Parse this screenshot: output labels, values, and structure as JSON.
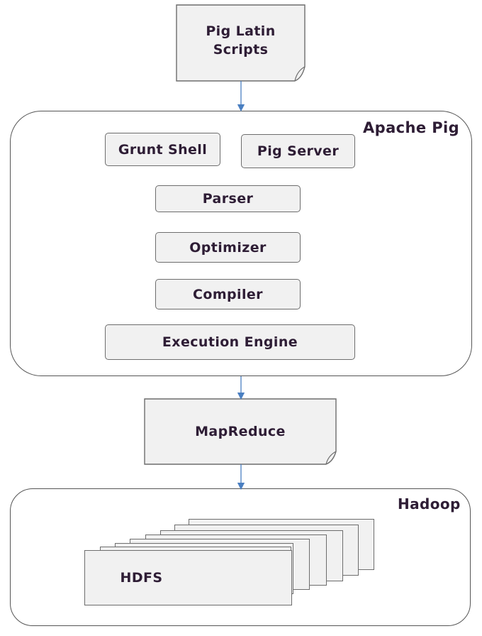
{
  "input": {
    "label": "Pig Latin\nScripts"
  },
  "apache_pig": {
    "title": "Apache Pig",
    "grunt_shell": "Grunt Shell",
    "pig_server": "Pig Server",
    "parser": "Parser",
    "optimizer": "Optimizer",
    "compiler": "Compiler",
    "execution_engine": "Execution Engine"
  },
  "mapreduce": {
    "label": "MapReduce"
  },
  "hadoop": {
    "title": "Hadoop",
    "hdfs": "HDFS"
  },
  "colors": {
    "arrow": "#4a7fc1",
    "box_fill": "#f1f1f1",
    "border": "#6d6d6d",
    "text": "#2e1d35"
  }
}
